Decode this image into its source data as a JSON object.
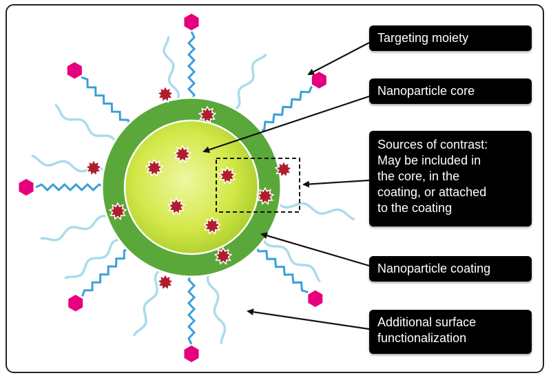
{
  "labels": {
    "targeting_moiety": "Targeting moiety",
    "nanoparticle_core": "Nanoparticle core",
    "contrast_lines": [
      "Sources of contrast:",
      "May be included in",
      "the core, in the",
      "coating, or attached",
      "to the coating"
    ],
    "nanoparticle_coating": "Nanoparticle coating",
    "surface_lines": [
      "Additional surface",
      "functionalization"
    ]
  },
  "colors": {
    "label_background": "#000000",
    "label_text": "#ffffff",
    "coating": "#5aa83a",
    "core": "#d4e84a",
    "contrast_agent": "#b01e2e",
    "targeting_ligand": "#e6007e",
    "linker": "#3aa0d8",
    "surface_polymer": "#a9dcec"
  }
}
